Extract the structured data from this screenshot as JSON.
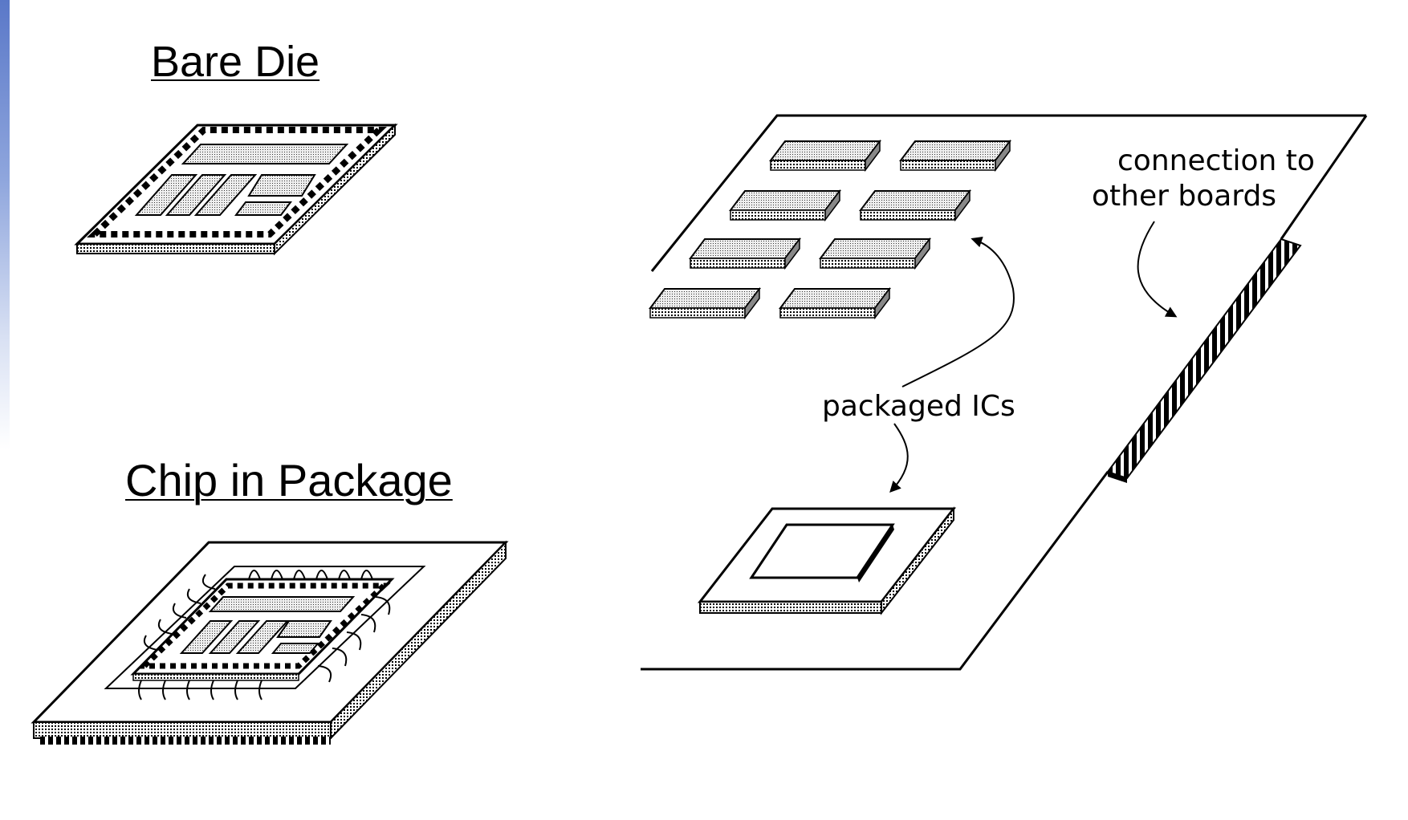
{
  "titles": {
    "bare_die": "Bare Die",
    "chip_in_package": "Chip in Package"
  },
  "board_labels": {
    "connection_line1": "connection to",
    "connection_line2": "other boards",
    "packaged_ics": "packaged ICs"
  },
  "colors": {
    "accent_bar": "#5a78c8",
    "line": "#000000",
    "chip_fill": "#d9d9d9",
    "background": "#ffffff"
  }
}
